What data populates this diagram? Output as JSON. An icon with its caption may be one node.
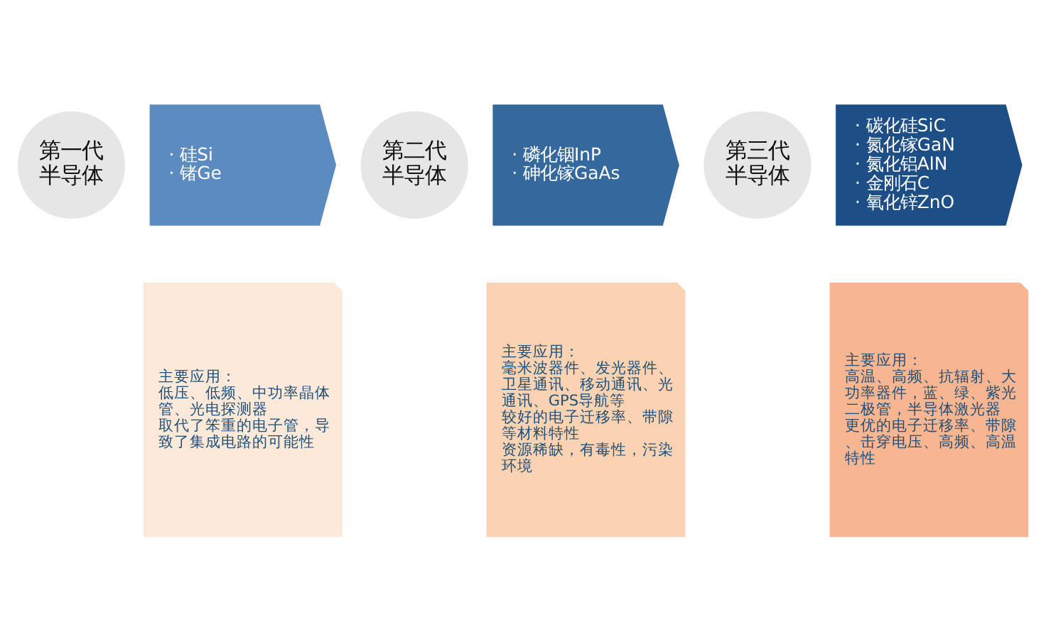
{
  "diagram": {
    "nodes": [
      {
        "text": [
          "第一代半导体"
        ]
      },
      {
        "text": [
          "· 硅Si",
          "· 锗Ge"
        ]
      },
      {
        "text": [
          "主要应用：",
          "低压、低频、中功率晶体管、光电探测器",
          "取代了笨重的电子管，导致了集成电路的可能性"
        ]
      },
      {
        "text": [
          "第二代半导体"
        ]
      },
      {
        "text": [
          "· 磷化铟InP",
          "· 砷化镓GaAs"
        ]
      },
      {
        "text": [
          "主要应用：",
          "毫米波器件、发光器件、卫星通讯、移动通讯、光通讯、GPS导航等",
          "较好的电子迁移率、带隙等材料特性",
          "资源稀缺，有毒性，污染环境"
        ]
      },
      {
        "text": [
          "第三代半导体"
        ]
      },
      {
        "text": [
          "· 碳化硅SiC",
          "· 氮化镓GaN",
          "· 氮化铝AlN",
          "· 金刚石C",
          "· 氧化锌ZnO"
        ]
      },
      {
        "text": [
          "主要应用：",
          "高温、高频、抗辐射、大功率器件，蓝、绿、紫光二极管，半导体激光器",
          "更优的电子迁移率、带隙、击穿电压、高频、高温特性"
        ]
      }
    ],
    "edges": []
  }
}
